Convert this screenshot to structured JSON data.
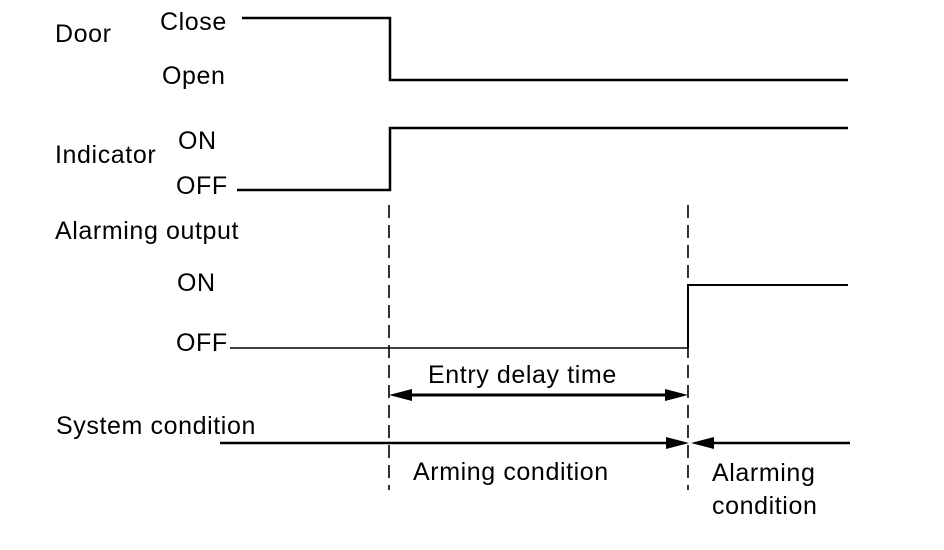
{
  "diagram": {
    "type": "timing-diagram",
    "background": "#ffffff",
    "line_color": "#000000",
    "signals": {
      "door": {
        "label": "Door",
        "high_label": "Close",
        "low_label": "Open",
        "behavior": "starts Close, falls to Open at arming-condition start"
      },
      "indicator": {
        "label": "Indicator",
        "high_label": "ON",
        "low_label": "OFF",
        "behavior": "starts OFF, rises to ON when door opens"
      },
      "alarming_output": {
        "label": "Alarming output",
        "high_label": "ON",
        "low_label": "OFF",
        "behavior": "starts OFF, rises to ON after entry delay time"
      }
    },
    "annotations": {
      "entry_delay": "Entry delay time",
      "system_condition": "System condition",
      "arming_condition": "Arming condition",
      "alarming_condition_line1": "Alarming",
      "alarming_condition_line2": "condition"
    }
  }
}
